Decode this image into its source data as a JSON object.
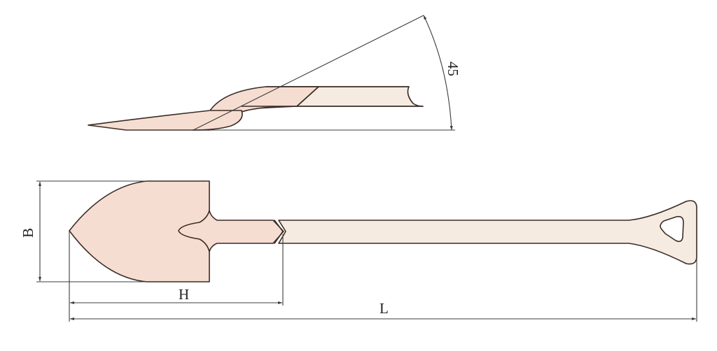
{
  "diagram": {
    "subject": "shovel technical drawing",
    "colors": {
      "blade_fill": "#f6ddd1",
      "handle_fill": "#f5ebe0",
      "outline": "#3a2c26",
      "dimension_line": "#3c3c3c",
      "background": "#ffffff"
    },
    "side_view": {
      "angle_label": "45"
    },
    "front_view": {
      "dimensions": {
        "width_label": "B",
        "blade_length_label": "H",
        "total_length_label": "L"
      }
    }
  }
}
